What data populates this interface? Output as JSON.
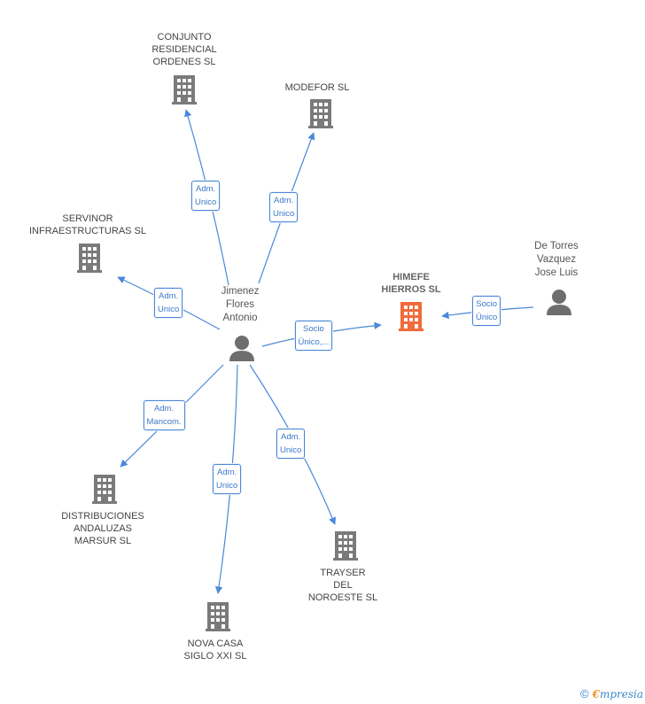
{
  "colors": {
    "edge": "#4a88d9",
    "building": "#7a7a7a",
    "building_main": "#f26b3a",
    "person": "#6e6e6e"
  },
  "nodes": {
    "conjunto": {
      "label": "CONJUNTO\nRESIDENCIAL\nORDENES SL",
      "icon": "building-icon"
    },
    "modefor": {
      "label": "MODEFOR  SL",
      "icon": "building-icon"
    },
    "servinor": {
      "label": "SERVINOR\nINFRAESTRUCTURAS SL",
      "icon": "building-icon"
    },
    "himefe": {
      "label": "HIMEFE\nHIERROS SL",
      "icon": "building-icon"
    },
    "de_torres": {
      "label": "De Torres\nVazquez\nJose Luis",
      "icon": "person-icon"
    },
    "jimenez": {
      "label": "Jimenez\nFlores\nAntonio",
      "icon": "person-icon"
    },
    "distribuciones": {
      "label": "DISTRIBUCIONES\nANDALUZAS\nMARSUR SL",
      "icon": "building-icon"
    },
    "nova_casa": {
      "label": "NOVA CASA\nSIGLO XXI SL",
      "icon": "building-icon"
    },
    "trayser": {
      "label": "TRAYSER\nDEL\nNOROESTE SL",
      "icon": "building-icon"
    }
  },
  "edges": {
    "conjunto": "Adm.\nUnico",
    "modefor": "Adm.\nUnico",
    "servinor": "Adm.\nUnico",
    "himefe": "Socio\nÚnico,...",
    "de_torres": "Socio\nÚnico",
    "distribuciones": "Adm.\nMancom.",
    "nova_casa": "Adm.\nUnico",
    "trayser": "Adm.\nUnico"
  },
  "footer": {
    "copyright": "©",
    "brand_first": "€",
    "brand_rest": "mpresia"
  }
}
